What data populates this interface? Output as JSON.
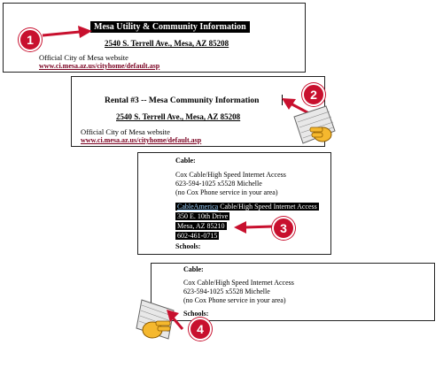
{
  "panel1": {
    "title": "Mesa Utility & Community Information",
    "address": "2540 S. Terrell Ave., Mesa, AZ 85208",
    "official": "Official City of Mesa website",
    "link": "www.ci.mesa.az.us/cityhome/default.asp"
  },
  "panel2": {
    "title": "Rental #3 -- Mesa Community Information",
    "address": "2540 S. Terrell Ave., Mesa, AZ 85208",
    "official": "Official City of Mesa website",
    "link": "www.ci.mesa.az.us/cityhome/default.asp"
  },
  "panel3": {
    "cable_heading": "Cable:",
    "cox_line1": "Cox Cable/High Speed Internet Access",
    "cox_line2": "623-594-1025 x5528 Michelle",
    "cox_line3": "(no Cox Phone service in your area)",
    "ca_link": "CableAmerica",
    "ca_rest": " Cable/High Speed Internet Access",
    "ca_addr1": "350 E. 10th Drive",
    "ca_addr2": "Mesa, AZ 85210",
    "ca_phone": "602-461-0715",
    "schools_heading": "Schools:"
  },
  "panel4": {
    "cable_heading": "Cable:",
    "cox_line1": "Cox Cable/High Speed Internet Access",
    "cox_line2": "623-594-1025 x5528 Michelle",
    "cox_line3": "(no Cox Phone service in your area)",
    "schools_heading": "Schools:"
  },
  "callouts": [
    "1",
    "2",
    "3",
    "4"
  ],
  "colors": {
    "accent": "#c8102e",
    "link": "#7a0020",
    "highlight_bg": "#000000"
  }
}
